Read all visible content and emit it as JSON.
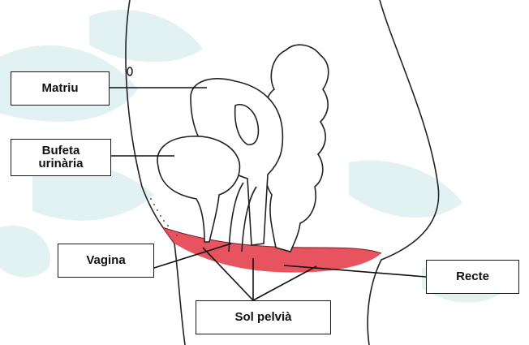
{
  "labels": {
    "uterus": "Matriu",
    "bladder_line1": "Bufeta",
    "bladder_line2": "urinària",
    "vagina": "Vagina",
    "rectum": "Recte",
    "pelvic_floor": "Sol pelvià"
  },
  "colors": {
    "background_shape": "#e2f1f2",
    "outline": "#222222",
    "pelvic_floor_muscle": "#e4404c",
    "label_border": "#1a1a1a"
  }
}
